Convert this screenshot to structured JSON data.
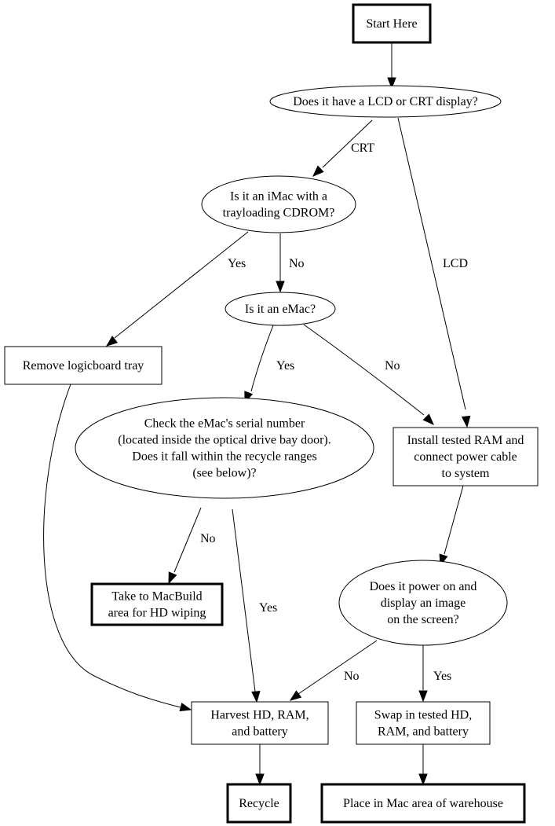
{
  "diagram": {
    "type": "flowchart",
    "nodes": [
      {
        "id": "start",
        "shape": "box-bold",
        "lines": [
          "Start Here"
        ]
      },
      {
        "id": "display",
        "shape": "ellipse",
        "lines": [
          "Does it have a LCD or CRT display?"
        ]
      },
      {
        "id": "imac",
        "shape": "ellipse",
        "lines": [
          "Is it an iMac with a",
          "trayloading CDROM?"
        ]
      },
      {
        "id": "emac",
        "shape": "ellipse",
        "lines": [
          "Is it an eMac?"
        ]
      },
      {
        "id": "tray",
        "shape": "box",
        "lines": [
          "Remove logicboard tray"
        ]
      },
      {
        "id": "serial",
        "shape": "ellipse",
        "lines": [
          "Check the eMac's serial number",
          "(located inside the optical drive bay door).",
          "Does it fall within the recycle ranges",
          "(see below)?"
        ]
      },
      {
        "id": "ram",
        "shape": "box",
        "lines": [
          "Install tested RAM and",
          "connect power cable",
          "to system"
        ]
      },
      {
        "id": "macbuild",
        "shape": "box-bold",
        "lines": [
          "Take to MacBuild",
          "area for HD wiping"
        ]
      },
      {
        "id": "power",
        "shape": "ellipse",
        "lines": [
          "Does it power on and",
          "display an image",
          "on the screen?"
        ]
      },
      {
        "id": "harvest",
        "shape": "box",
        "lines": [
          "Harvest HD, RAM,",
          "and battery"
        ]
      },
      {
        "id": "swap",
        "shape": "box",
        "lines": [
          "Swap in tested HD,",
          "RAM, and battery"
        ]
      },
      {
        "id": "recycle",
        "shape": "box-bold",
        "lines": [
          "Recycle"
        ]
      },
      {
        "id": "warehouse",
        "shape": "box-bold",
        "lines": [
          "Place in Mac area of warehouse"
        ]
      }
    ],
    "edges": [
      {
        "from": "start",
        "to": "display",
        "label": ""
      },
      {
        "from": "display",
        "to": "imac",
        "label": "CRT"
      },
      {
        "from": "display",
        "to": "ram",
        "label": "LCD"
      },
      {
        "from": "imac",
        "to": "tray",
        "label": "Yes"
      },
      {
        "from": "imac",
        "to": "emac",
        "label": "No"
      },
      {
        "from": "emac",
        "to": "serial",
        "label": "Yes"
      },
      {
        "from": "emac",
        "to": "ram",
        "label": "No"
      },
      {
        "from": "tray",
        "to": "harvest",
        "label": ""
      },
      {
        "from": "serial",
        "to": "macbuild",
        "label": "No"
      },
      {
        "from": "serial",
        "to": "harvest",
        "label": "Yes"
      },
      {
        "from": "ram",
        "to": "power",
        "label": ""
      },
      {
        "from": "power",
        "to": "harvest",
        "label": "No"
      },
      {
        "from": "power",
        "to": "swap",
        "label": "Yes"
      },
      {
        "from": "harvest",
        "to": "recycle",
        "label": ""
      },
      {
        "from": "swap",
        "to": "warehouse",
        "label": ""
      }
    ]
  }
}
